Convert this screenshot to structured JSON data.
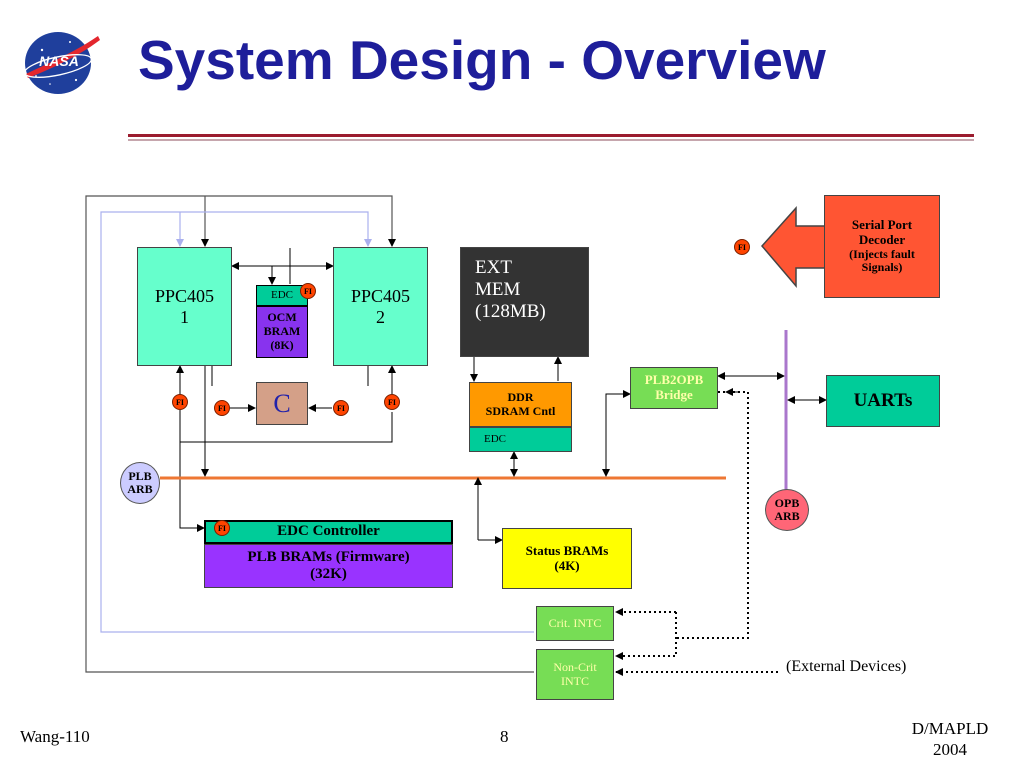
{
  "slide": {
    "title": "System Design - Overview",
    "footer_left": "Wang-110",
    "footer_center": "8",
    "footer_right_line1": "D/MAPLD",
    "footer_right_line2": "2004"
  },
  "logo": {
    "text": "NASA"
  },
  "diagram": {
    "ppc1": {
      "line1": "PPC405",
      "line2": "1"
    },
    "ppc2": {
      "line1": "PPC405",
      "line2": "2"
    },
    "ocm_edc": "EDC",
    "ocm": {
      "line1": "OCM",
      "line2": "BRAM",
      "line3": "(8K)"
    },
    "comparator": "C",
    "ext_mem": {
      "line1": "EXT",
      "line2": "MEM",
      "line3": "(128MB)"
    },
    "ddr": {
      "line1": "DDR",
      "line2": "SDRAM Cntl"
    },
    "ddr_edc": "EDC",
    "serial_port": {
      "line1": "Serial Port",
      "line2": "Decoder",
      "line3": "(Injects fault",
      "line4": "Signals)"
    },
    "plb2opb": {
      "line1": "PLB2OPB",
      "line2": "Bridge"
    },
    "uarts": "UARTs",
    "plb_arb": {
      "line1": "PLB",
      "line2": "ARB"
    },
    "opb_arb": {
      "line1": "OPB",
      "line2": "ARB"
    },
    "edc_controller": "EDC Controller",
    "plb_brams": {
      "line1": "PLB BRAMs (Firmware)",
      "line2": "(32K)"
    },
    "status_brams": {
      "line1": "Status BRAMs",
      "line2": "(4K)"
    },
    "crit_intc": "Crit. INTC",
    "noncrit_intc": {
      "line1": "Non-Crit",
      "line2": "INTC"
    },
    "external_devices": "(External Devices)",
    "fi_label": "FI"
  },
  "colors": {
    "title": "#1e1e9a",
    "rule_red": "#9b1c2e",
    "ppc": "#66ffcc",
    "ocm": "#8833ee",
    "edc": "#00cc99",
    "comparator": "#d4a088",
    "ext_mem": "#333333",
    "ddr": "#ff9900",
    "serial_port": "#ff5533",
    "plb2opb": "#77dd55",
    "uarts": "#00cc99",
    "plb_arb": "#ccccff",
    "opb_arb": "#ff6677",
    "plb_brams": "#9933ff",
    "status_brams": "#ffff00",
    "intc": "#77dd55",
    "fi": "#ff4400",
    "plb_bus": "#ee7733",
    "opb_bus": "#aa77cc"
  }
}
